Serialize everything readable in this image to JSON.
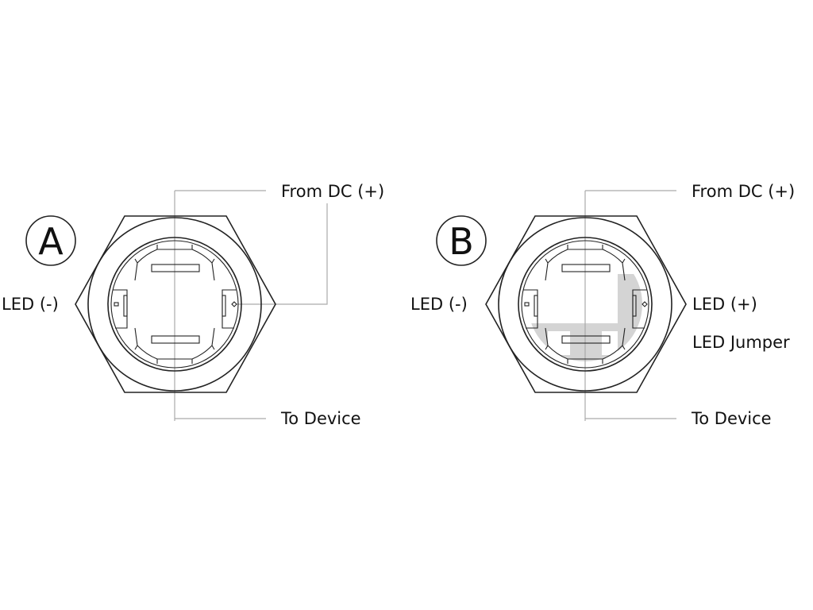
{
  "diagrams": [
    {
      "id": "A",
      "letter": "A",
      "labels": {
        "top": "From DC (+)",
        "left": "LED (-)",
        "bottom": "To Device"
      }
    },
    {
      "id": "B",
      "letter": "B",
      "labels": {
        "top": "From DC (+)",
        "left": "LED (-)",
        "right": "LED (+)",
        "jumper": "LED Jumper",
        "bottom": "To Device"
      }
    }
  ],
  "colors": {
    "line": "#222222",
    "leader": "#aaaaaa",
    "jumper": "#d4d4d4"
  }
}
